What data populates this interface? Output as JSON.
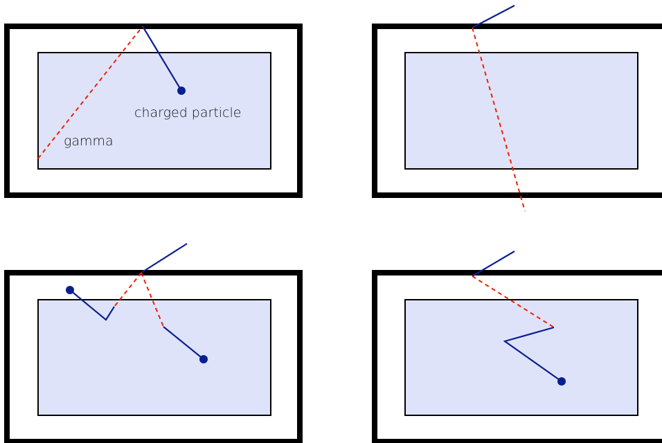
{
  "labels": {
    "charged_particle": "charged particle",
    "gamma": "gamma"
  },
  "colors": {
    "gamma_track": "#ee2200",
    "charged_track": "#0a1f8f",
    "detector_fill": "#dfe3fa",
    "frame": "#000000"
  },
  "panels": [
    {
      "id": "top-left",
      "scenario": "gamma enters detector, converts to charged particle which stops"
    },
    {
      "id": "top-right",
      "scenario": "gamma passes through detector without interacting"
    },
    {
      "id": "bottom-left",
      "scenario": "gamma produces two charged particles"
    },
    {
      "id": "bottom-right",
      "scenario": "gamma scatters once, then produces charged particle"
    }
  ]
}
